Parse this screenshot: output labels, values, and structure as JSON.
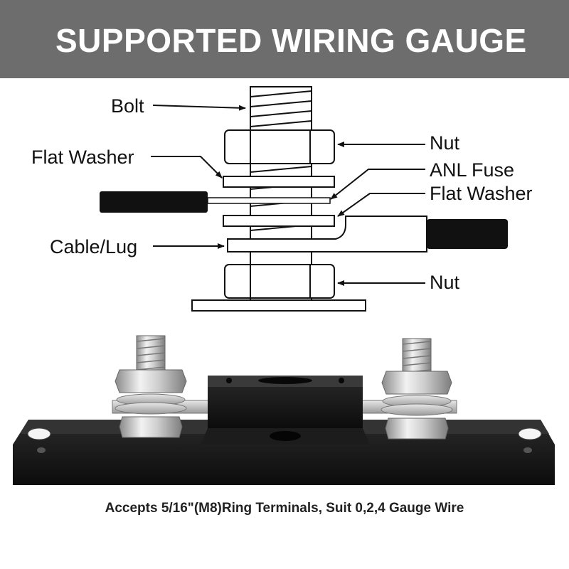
{
  "banner": {
    "title": "SUPPORTED WIRING GAUGE"
  },
  "diagram": {
    "labels": {
      "bolt": "Bolt",
      "nut_top": "Nut",
      "flat_washer_left": "Flat Washer",
      "anl_fuse": "ANL Fuse",
      "flat_washer_right": "Flat Washer",
      "cable_lug": "Cable/Lug",
      "nut_bottom": "Nut"
    }
  },
  "caption": "Accepts 5/16\"(M8)Ring Terminals, Suit 0,2,4 Gauge Wire",
  "colors": {
    "banner": "#6d6d6d",
    "banner_text": "#ffffff",
    "base_plastic": "#111111",
    "metal": "#c8c8c8"
  }
}
